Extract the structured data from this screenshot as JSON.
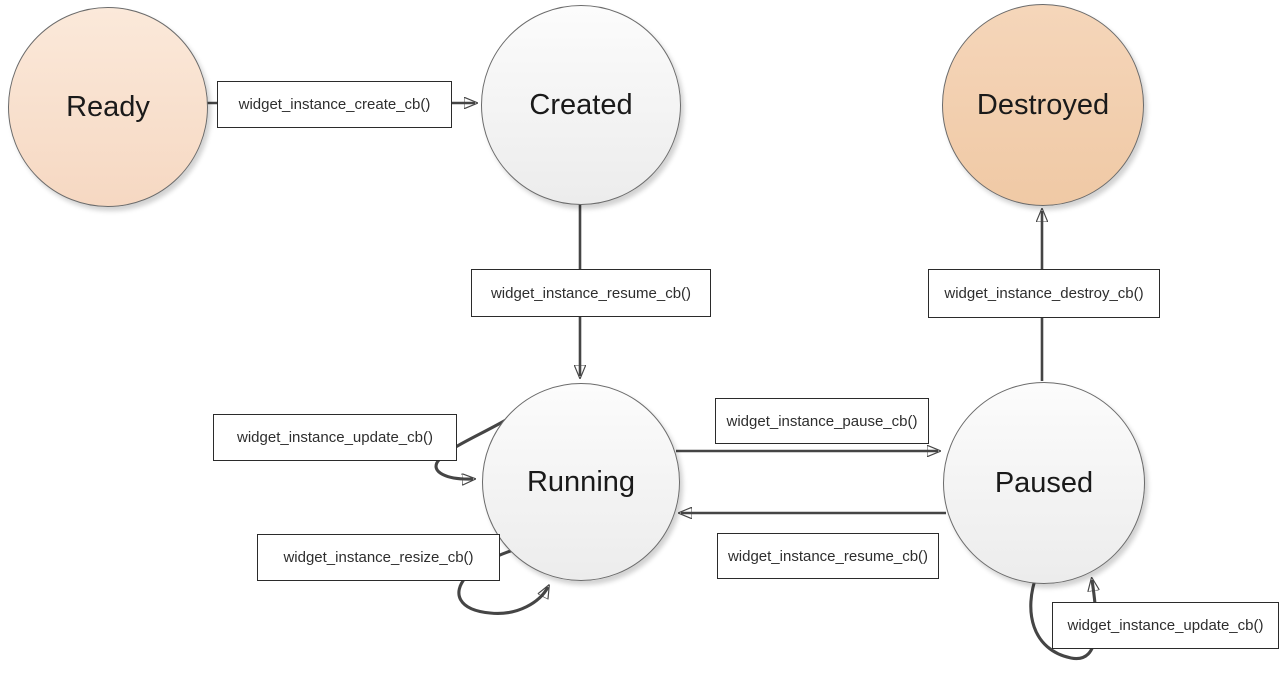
{
  "diagram": {
    "type": "state-machine",
    "subject": "widget instance lifecycle",
    "nodes": [
      {
        "id": "ready",
        "label": "Ready",
        "fill_top": "#fbe9da",
        "fill_bottom": "#f6d8c2"
      },
      {
        "id": "created",
        "label": "Created",
        "fill_top": "#fcfcfc",
        "fill_bottom": "#ececec"
      },
      {
        "id": "destroyed",
        "label": "Destroyed",
        "fill_top": "#f5d6ba",
        "fill_bottom": "#f0c9a5"
      },
      {
        "id": "running",
        "label": "Running",
        "fill_top": "#fcfcfc",
        "fill_bottom": "#ececec"
      },
      {
        "id": "paused",
        "label": "Paused",
        "fill_top": "#fcfcfc",
        "fill_bottom": "#ececec"
      }
    ],
    "transitions": [
      {
        "id": "create",
        "label": "widget_instance_create_cb()",
        "from": "Ready",
        "to": "Created",
        "kind": "straight"
      },
      {
        "id": "resume-initial",
        "label": "widget_instance_resume_cb()",
        "from": "Created",
        "to": "Running",
        "kind": "straight"
      },
      {
        "id": "update-running",
        "label": "widget_instance_update_cb()",
        "from": "Running",
        "to": "Running",
        "kind": "self-loop"
      },
      {
        "id": "resize-running",
        "label": "widget_instance_resize_cb()",
        "from": "Running",
        "to": "Running",
        "kind": "self-loop"
      },
      {
        "id": "pause",
        "label": "widget_instance_pause_cb()",
        "from": "Running",
        "to": "Paused",
        "kind": "straight"
      },
      {
        "id": "resume",
        "label": "widget_instance_resume_cb()",
        "from": "Paused",
        "to": "Running",
        "kind": "straight"
      },
      {
        "id": "destroy",
        "label": "widget_instance_destroy_cb()",
        "from": "Paused",
        "to": "Destroyed",
        "kind": "straight"
      },
      {
        "id": "update-paused",
        "label": "widget_instance_update_cb()",
        "from": "Paused",
        "to": "Paused",
        "kind": "self-loop"
      }
    ],
    "colors": {
      "edge": "#454545",
      "box_border": "#2b2b2b",
      "box_background": "#ffffff",
      "node_border": "#6b6b6b",
      "node_text": "#1a1a1a",
      "background": "#ffffff"
    }
  }
}
